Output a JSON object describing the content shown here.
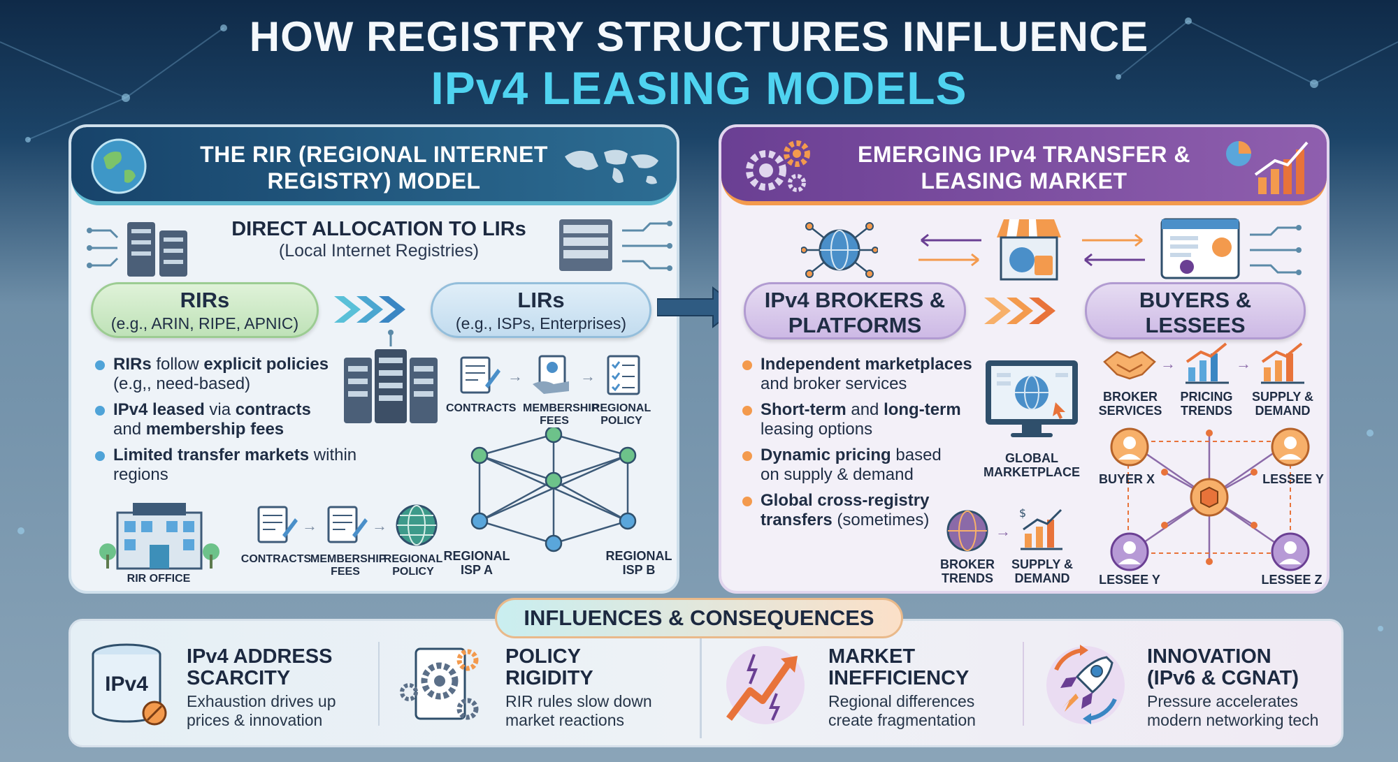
{
  "title": {
    "line1": "HOW REGISTRY STRUCTURES INFLUENCE",
    "line2": "IPv4 LEASING MODELS"
  },
  "left_panel": {
    "header": "THE RIR (REGIONAL INTERNET REGISTRY) MODEL",
    "subhead_title": "DIRECT ALLOCATION TO LIRs",
    "subhead_sub": "(Local Internet Registries)",
    "pill_rirs": {
      "title": "RIRs",
      "sub": "(e.g., ARIN, RIPE, APNIC)"
    },
    "pill_lirs": {
      "title": "LIRs",
      "sub": "(e.g., ISPs, Enterprises)"
    },
    "bullets": [
      {
        "bold": "RIRs",
        "mid": " follow ",
        "bold2": "explicit policies",
        "rest": "(e.g,, need-based)"
      },
      {
        "bold": "IPv4 leased",
        "mid": " via ",
        "bold2": "contracts",
        "rest2a": "and ",
        "rest2b": "membership fees"
      },
      {
        "bold": "Limited transfer markets",
        "mid": " within",
        "rest": "regions"
      }
    ],
    "icon_labels": {
      "contracts": "CONTRACTS",
      "membership_fees": "MEMBERSHIP FEES",
      "regional_policy": "REGIONAL POLICY"
    },
    "bottom_labels": {
      "rir_office": "RIR OFFICE",
      "contracts": "CONTRACTS",
      "membership_fees": "MEMBERSHIP FEES",
      "regional_policy": "REGIONAL POLICY",
      "isp_a": "REGIONAL ISP A",
      "isp_b": "REGIONAL ISP B"
    }
  },
  "right_panel": {
    "header": "EMERGING IPv4 TRANSFER & LEASING MARKET",
    "pill_brokers": {
      "title": "IPv4 BROKERS & PLATFORMS"
    },
    "pill_buyers": {
      "title": "BUYERS & LESSEES"
    },
    "bullets": [
      {
        "bold": "Independent marketplaces",
        "rest": "and broker services"
      },
      {
        "bold": "Short-term",
        "mid": " and ",
        "bold2": "long-term",
        "rest": "leasing options"
      },
      {
        "bold": "Dynamic pricing",
        "mid": " based",
        "rest": "on supply & demand"
      },
      {
        "bold": "Global cross-registry",
        "rest_bold": "transfers",
        "rest": " (sometimes)"
      }
    ],
    "labels": {
      "global_marketplace": "GLOBAL MARKETPLACE",
      "broker_services": "BROKER SERVICES",
      "pricing_trends": "PRICING TRENDS",
      "supply_demand": "SUPPLY & DEMAND",
      "broker_trends": "BROKER TRENDS",
      "supply_demand_2": "SUPPLY & DEMAND",
      "buyer_x": "BUYER X",
      "lessee_y_top": "LESSEE Y",
      "lessee_y_bottom": "LESSEE Y",
      "lessee_z": "LESSEE Z"
    }
  },
  "consequences": {
    "title": "INFLUENCES & CONSEQUENCES",
    "items": [
      {
        "h1": "IPv4 ADDRESS",
        "h2": "SCARCITY",
        "d1": "Exhaustion drives up",
        "d2": "prices & innovation",
        "icon_text": "IPv4"
      },
      {
        "h1": "POLICY",
        "h2": "RIGIDITY",
        "d1": "RIR rules slow down",
        "d2": "market reactions"
      },
      {
        "h1": "MARKET",
        "h2": "INEFFICIENCY",
        "d1": "Regional differences",
        "d2": "create fragmentation"
      },
      {
        "h1": "INNOVATION",
        "h2": "(IPv6 & CGNAT)",
        "d1": "Pressure accelerates",
        "d2": "modern networking tech"
      }
    ]
  },
  "colors": {
    "accent_teal": "#4fd3f0",
    "rir_blue": "#17436a",
    "market_purple": "#6a3f93",
    "orange": "#f39a4d",
    "green": "#9ccc92"
  }
}
